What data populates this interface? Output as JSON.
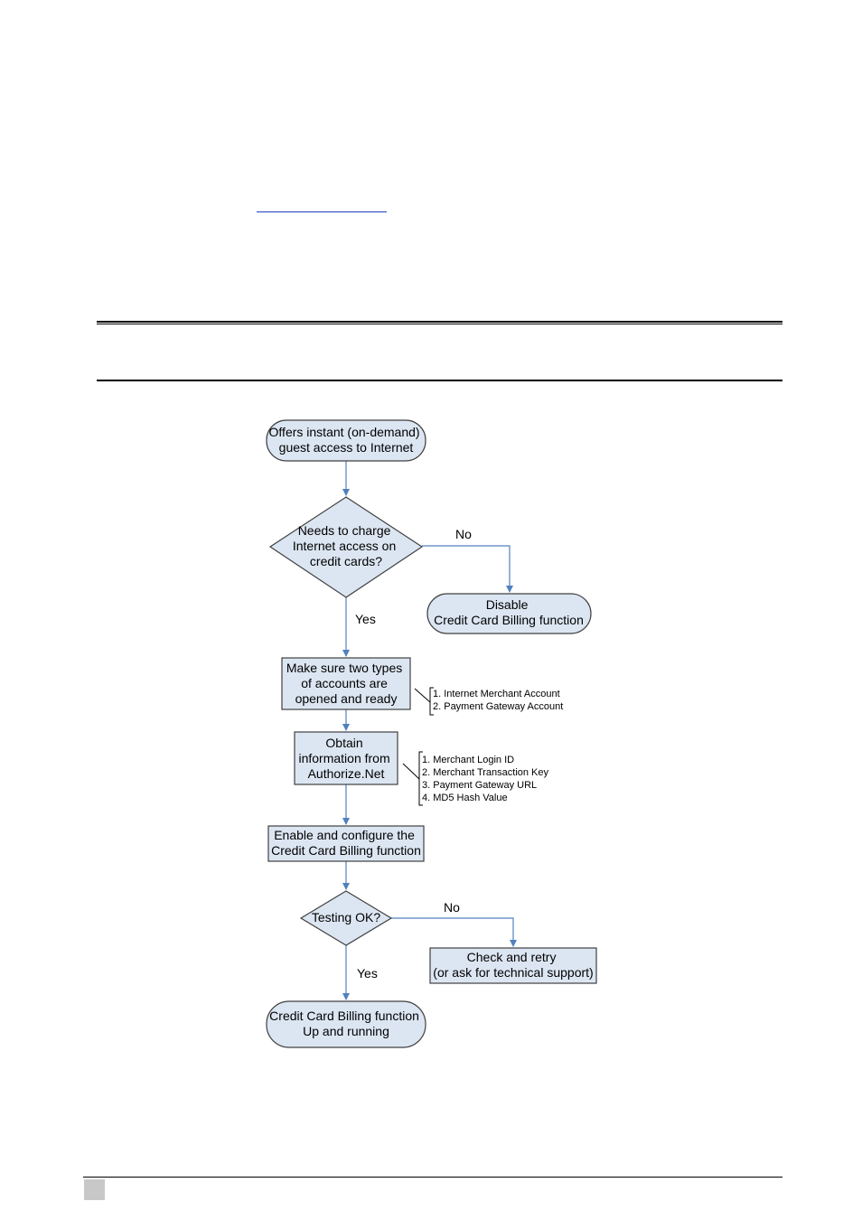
{
  "colors": {
    "node_fill": "#dce6f2",
    "node_stroke": "#404040",
    "connector": "#4f81bd"
  },
  "flowchart": {
    "start": {
      "lines": [
        "Offers instant (on-demand)",
        "guest access to Internet"
      ]
    },
    "decision_charge": {
      "lines": [
        "Needs to charge",
        "Internet access on",
        "credit cards?"
      ]
    },
    "label_no_1": "No",
    "disable": {
      "lines": [
        "Disable",
        "Credit Card Billing function"
      ]
    },
    "label_yes_1": "Yes",
    "accounts": {
      "lines": [
        "Make sure two types",
        "of accounts are",
        "opened and ready"
      ]
    },
    "accounts_note": [
      "1. Internet Merchant Account",
      "2. Payment Gateway Account"
    ],
    "obtain": {
      "lines": [
        "Obtain",
        "information from",
        "Authorize.Net"
      ]
    },
    "obtain_note": [
      "1. Merchant Login ID",
      "2. Merchant Transaction Key",
      "3. Payment Gateway URL",
      "4. MD5 Hash Value"
    ],
    "enable": {
      "lines": [
        "Enable and configure the",
        "Credit Card Billing function"
      ]
    },
    "decision_testing": {
      "lines": [
        "Testing OK?"
      ]
    },
    "label_no_2": "No",
    "retry": {
      "lines": [
        "Check and retry",
        "(or ask for technical support)"
      ]
    },
    "label_yes_2": "Yes",
    "end": {
      "lines": [
        "Credit Card Billing function",
        "Up and running"
      ]
    }
  }
}
